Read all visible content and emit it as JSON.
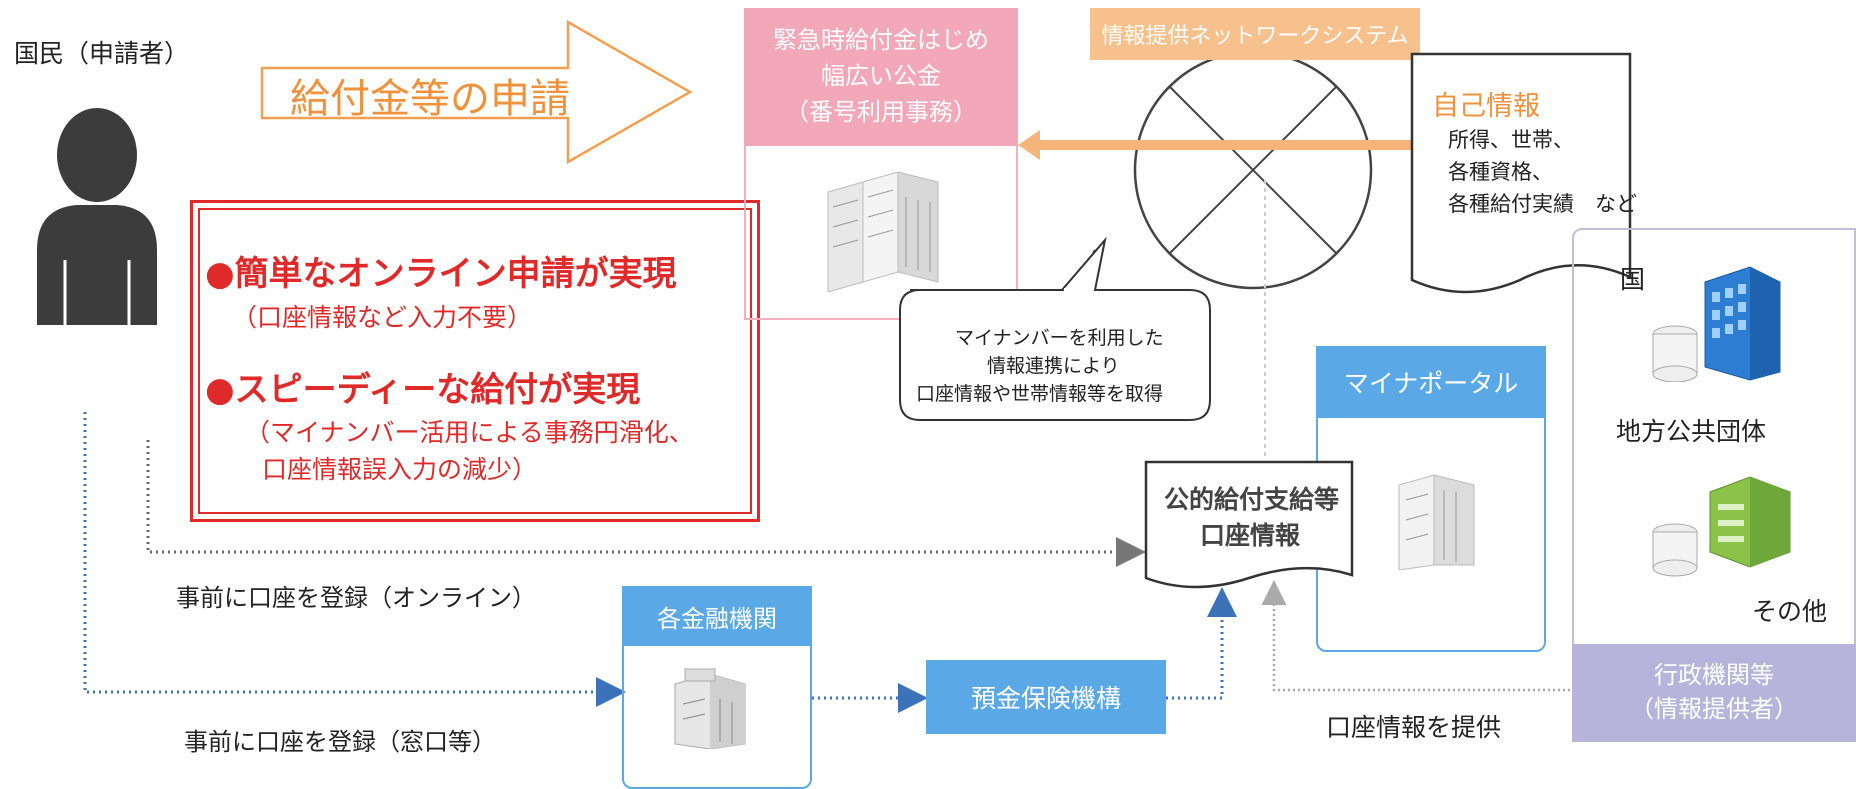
{
  "applicant": {
    "label": "国民（申請者）"
  },
  "application_arrow": {
    "label": "給付金等の申請"
  },
  "public_funds": {
    "header": [
      "緊急時給付金はじめ",
      "幅広い公金",
      "（番号利用事務）"
    ]
  },
  "network": {
    "label": "情報提供ネットワークシステム"
  },
  "self_info": {
    "title": "自己情報",
    "lines": [
      "所得、世帯、",
      "各種資格、",
      "各種給付実績　など"
    ]
  },
  "benefits": {
    "item1_title": "●簡単なオンライン申請が実現",
    "item1_sub": "（口座情報など入力不要）",
    "item2_title": "●スピーディーな給付が実現",
    "item2_sub1": "（マイナンバー活用による事務円滑化、",
    "item2_sub2": "口座情報誤入力の減少）"
  },
  "callout": {
    "lines": [
      "マイナンバーを利用した",
      "情報連携により",
      "口座情報や世帯情報等を取得"
    ]
  },
  "myna_portal": {
    "label": "マイナポータル"
  },
  "account_doc": {
    "lines": [
      "公的給付支給等",
      "口座情報"
    ]
  },
  "providers": {
    "country": "国",
    "local_gov": "地方公共団体",
    "other": "その他",
    "footer": [
      "行政機関等",
      "（情報提供者）"
    ]
  },
  "register_online": {
    "label": "事前に口座を登録（オンライン）"
  },
  "register_counter": {
    "label": "事前に口座を登録（窓口等）"
  },
  "financial_institutions": {
    "label": "各金融機関"
  },
  "deposit_insurance": {
    "label": "預金保険機構"
  },
  "provide_account": {
    "label": "口座情報を提供"
  },
  "colors": {
    "orange": "#f5a454",
    "red": "#e02a2a",
    "pink": "#f2a5b5",
    "blue": "#5aa9e6",
    "lavender": "#b8b3db",
    "dotted_blue": "#3b72b8"
  }
}
